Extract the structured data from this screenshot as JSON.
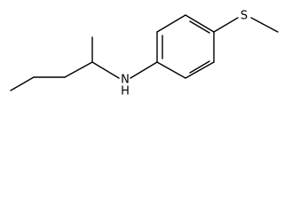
{
  "structure": {
    "atoms": [
      {
        "id": "nitrogen",
        "label": "N"
      },
      {
        "id": "hydrogen",
        "label": "H"
      },
      {
        "id": "sulfur",
        "label": "S"
      }
    ]
  }
}
